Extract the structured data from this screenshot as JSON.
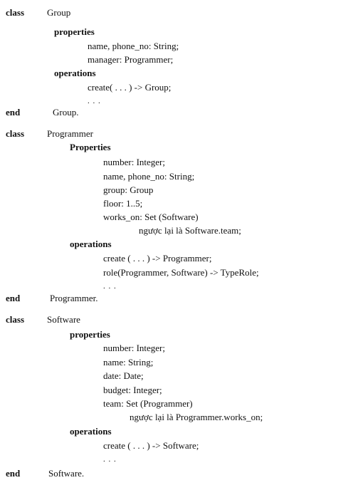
{
  "blocks": [
    {
      "class_kw": "class",
      "name": "Group",
      "props_label": "properties",
      "props": [
        "name, phone_no: String;",
        "manager: Programmer;"
      ],
      "ops_label": "operations",
      "ops": [
        "create( . . . ) -> Group;",
        ". . ."
      ],
      "end_kw": "end",
      "end_name": "Group."
    },
    {
      "class_kw": "class",
      "name": "Programmer",
      "props_label": "Properties",
      "props": [
        "number: Integer;",
        "name, phone_no: String;",
        "group: Group",
        "floor: 1..5;",
        "works_on: Set (Software)",
        "ngược lại là Software.team;"
      ],
      "ops_label": "operations",
      "ops": [
        "create ( . . . ) -> Programmer;",
        "role(Programmer, Software) -> TypeRole;",
        ". . ."
      ],
      "end_kw": "end",
      "end_name": "Programmer."
    },
    {
      "class_kw": "class",
      "name": "Software",
      "props_label": "properties",
      "props": [
        "number: Integer;",
        "name: String;",
        "date: Date;",
        "budget: Integer;",
        "team: Set (Programmer)",
        "ngược lại là Programmer.works_on;"
      ],
      "ops_label": "operations",
      "ops": [
        "create ( . . . ) -> Software;",
        ". . ."
      ],
      "end_kw": "end",
      "end_name": "Software."
    }
  ]
}
